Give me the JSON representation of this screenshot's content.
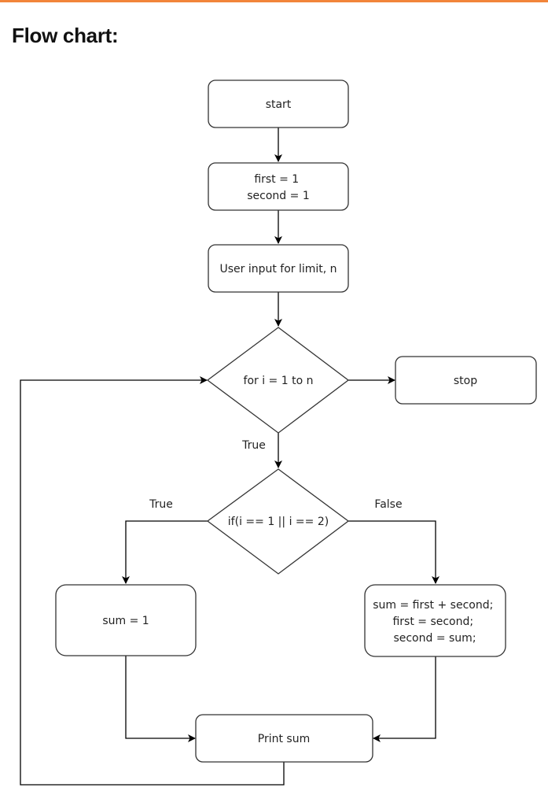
{
  "page": {
    "heading": "Flow chart:",
    "accent_color": "#f2853a"
  },
  "flowchart": {
    "nodes": {
      "start": {
        "lines": [
          "start"
        ]
      },
      "init": {
        "lines": [
          "first = 1",
          "second = 1"
        ]
      },
      "input": {
        "lines": [
          "User input for limit, n"
        ]
      },
      "loop": {
        "lines": [
          "for i = 1 to n"
        ]
      },
      "stop": {
        "lines": [
          "stop"
        ]
      },
      "condition": {
        "lines": [
          "if(i == 1 || i == 2)"
        ]
      },
      "sum_one": {
        "lines": [
          "sum = 1"
        ]
      },
      "compute": {
        "lines": [
          "sum = first + second;",
          "first = second;",
          "second = sum;"
        ]
      },
      "print": {
        "lines": [
          "Print sum"
        ]
      }
    },
    "edge_labels": {
      "loop_true": "True",
      "cond_true": "True",
      "cond_false": "False"
    }
  }
}
